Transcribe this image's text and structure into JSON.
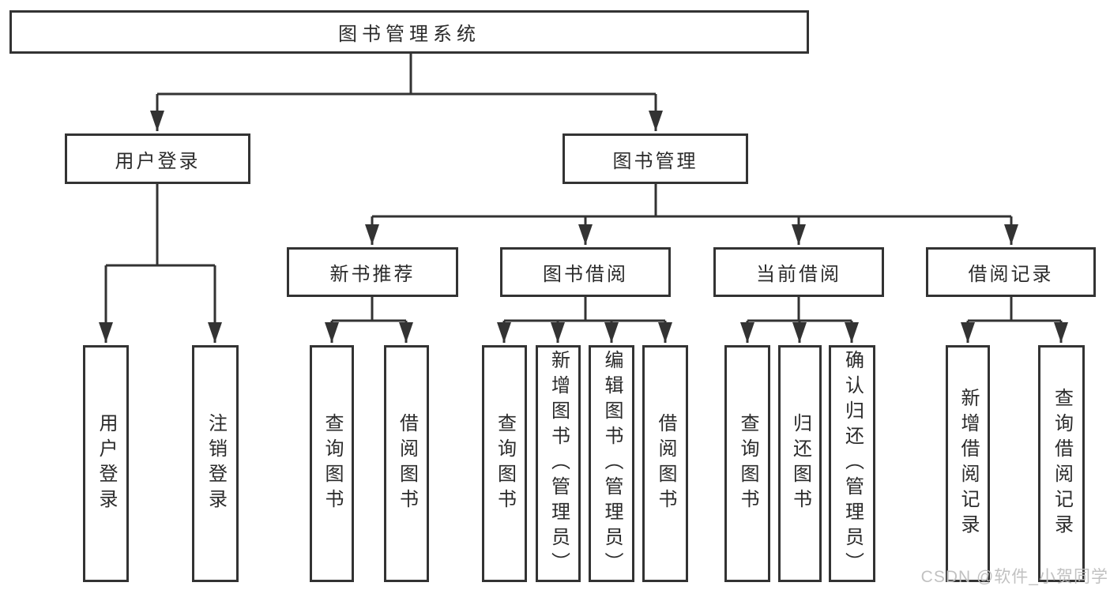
{
  "diagram": {
    "root": {
      "label": "图书管理系统"
    },
    "level2": [
      {
        "label": "用户登录"
      },
      {
        "label": "图书管理"
      }
    ],
    "level3": [
      {
        "label": "新书推荐"
      },
      {
        "label": "图书借阅"
      },
      {
        "label": "当前借阅"
      },
      {
        "label": "借阅记录"
      }
    ],
    "leaves": {
      "user_login": [
        "用户登录",
        "注销登录"
      ],
      "new_books": [
        "查询图书",
        "借阅图书"
      ],
      "book_borrow": [
        "查询图书",
        "新增图书（管理员）",
        "编辑图书（管理员）",
        "借阅图书"
      ],
      "current_borrow": [
        "查询图书",
        "归还图书",
        "确认归还（管理员）"
      ],
      "borrow_records": [
        "新增借阅记录",
        "查询借阅记录"
      ]
    }
  },
  "watermark": "CSDN @软件_小贺同学",
  "colors": {
    "line": "#333333",
    "box_background": "#ffffff",
    "text": "#2b2b2b",
    "watermark": "#bebebe"
  }
}
